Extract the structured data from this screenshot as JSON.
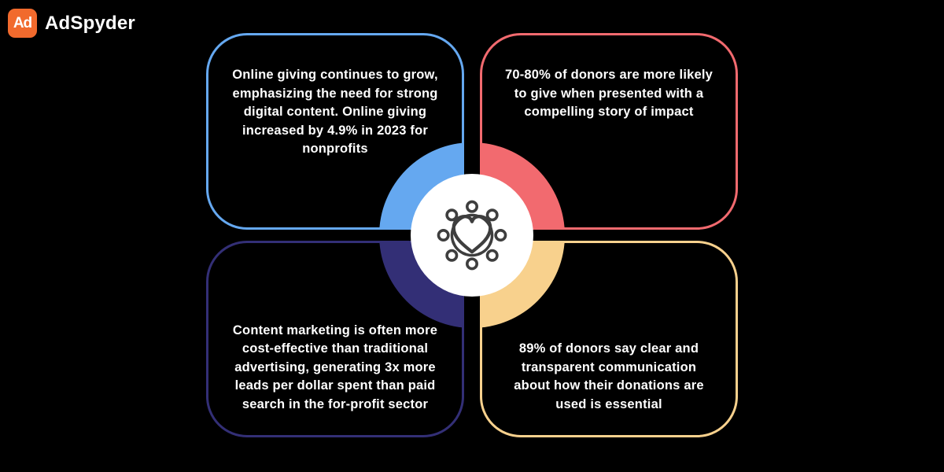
{
  "background_color": "#000000",
  "logo": {
    "mark_text": "Ad",
    "brand_name": "AdSpyder",
    "brand_color": "#F16A2D"
  },
  "center": {
    "icon": "community-heart-icon",
    "icon_stroke": "#3E3E3E",
    "circle_color": "#FFFFFF"
  },
  "quadrants": [
    {
      "position": "top-left",
      "color": "#65A8F0",
      "text": "Online giving continues to grow,\nemphasizing the need for strong\ndigital content. Online giving\nincreased by 4.9% in 2023 for\nnonprofits"
    },
    {
      "position": "top-right",
      "color": "#F26A6F",
      "text": "70-80% of donors are more likely\nto give when presented with a\ncompelling story of impact"
    },
    {
      "position": "bottom-left",
      "color": "#332F76",
      "text": "Content marketing is often more\ncost-effective than traditional\nadvertising, generating 3x more\nleads per dollar spent than paid\nsearch in the for-profit sector"
    },
    {
      "position": "bottom-right",
      "color": "#F8D18D",
      "text": "89% of donors say clear and\ntransparent communication\nabout how their donations are\nused is essential"
    }
  ]
}
